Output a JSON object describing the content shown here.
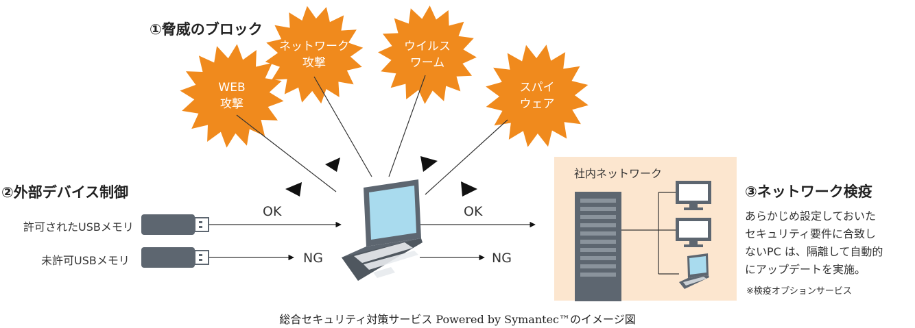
{
  "sections": {
    "threat_block": "①脅威のブロック",
    "device_control": "②外部デバイス制御",
    "quarantine": "③ネットワーク検疫"
  },
  "threats": [
    {
      "line1": "WEB",
      "line2": "攻撃"
    },
    {
      "line1": "ネットワーク",
      "line2": "攻撃"
    },
    {
      "line1": "ウイルス",
      "line2": "ワーム"
    },
    {
      "line1": "スパイ",
      "line2": "ウェア"
    }
  ],
  "usb": {
    "allowed": "許可されたUSBメモリ",
    "denied": "未許可USBメモリ"
  },
  "flow": {
    "ok_left": "OK",
    "ng_left": "NG",
    "ok_right": "OK",
    "ng_right": "NG"
  },
  "network": {
    "label": "社内ネットワーク"
  },
  "quarantine_desc": {
    "line1": "あらかじめ設定しておいた",
    "line2": "セキュリティ要件に合致し",
    "line3": "ないPC は、隔離して自動的",
    "line4": "にアップデートを実施。",
    "note": "※検疫オプションサービス"
  },
  "caption": "総合セキュリティ対策サービス Powered by Symantec™のイメージ図",
  "colors": {
    "burst": "#f08a1d",
    "device": "#5d6670",
    "netbox": "#fce6cf",
    "screen": "#a9dbee"
  }
}
